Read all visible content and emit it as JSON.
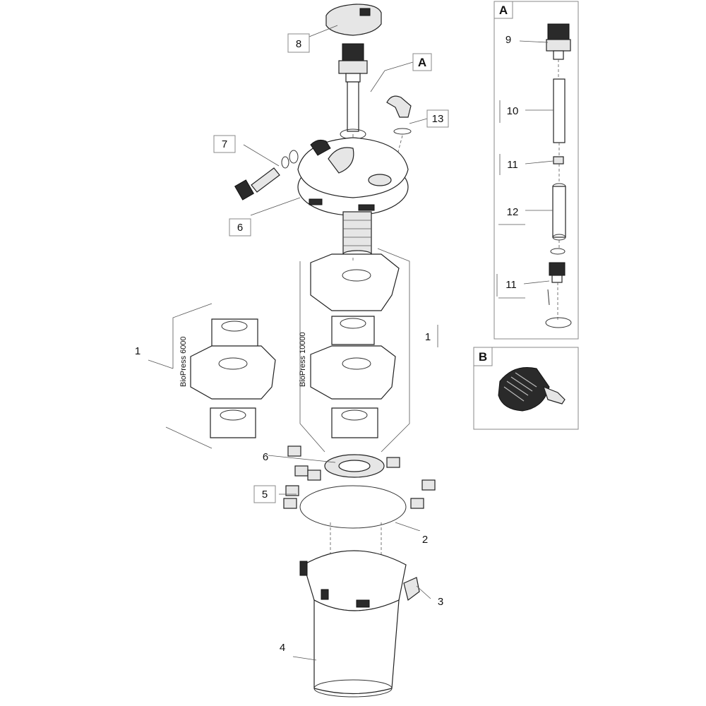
{
  "labels": {
    "n1_left": "1",
    "n1_right": "1",
    "n2": "2",
    "n3": "3",
    "n4": "4",
    "n5": "5",
    "n6_top": "6",
    "n6_bottom": "6",
    "n7": "7",
    "n8": "8",
    "n9": "9",
    "n10": "10",
    "n11_a": "11",
    "n11_b": "11",
    "n12": "12",
    "n13": "13"
  },
  "letters": {
    "a_main": "A",
    "a_panel": "A",
    "b_panel": "B"
  },
  "vertical_text": {
    "left_group": "BioPress 6000",
    "right_group": "BioPress 10000"
  }
}
